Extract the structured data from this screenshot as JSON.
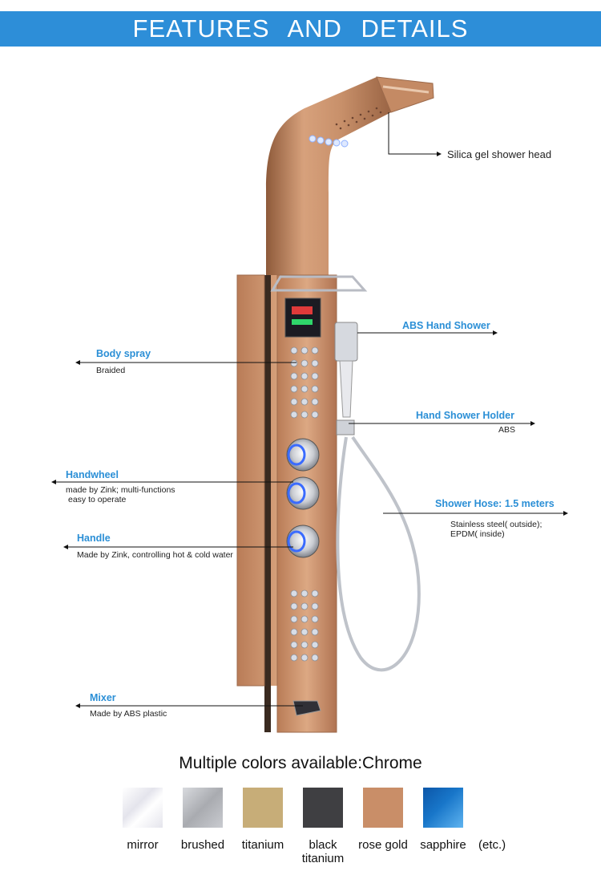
{
  "banner": {
    "title": "FEATURES   AND   DETAILS"
  },
  "labels": {
    "shower_head": "Silica gel shower head",
    "abs_hand_shower": "ABS Hand Shower",
    "body_spray_title": "Body spray",
    "body_spray_sub": "Braided",
    "hand_holder_title": "Hand Shower Holder",
    "hand_holder_sub": "ABS",
    "handwheel_title": "Handwheel",
    "handwheel_sub1": "made by Zink;  multi-functions",
    "handwheel_sub2": "easy to operate",
    "hose_title": "Shower Hose: 1.5 meters",
    "hose_sub1": "Stainless steel( outside);",
    "hose_sub2": "EPDM( inside)",
    "handle_title": "Handle",
    "handle_sub": "Made by Zink, controlling hot & cold water",
    "mixer_title": "Mixer",
    "mixer_sub": "Made by ABS plastic"
  },
  "colors": {
    "title": "Multiple colors available:Chrome",
    "etc": "(etc.)",
    "swatches": [
      {
        "name": "mirror",
        "name2": "",
        "color": "#e4e4ec"
      },
      {
        "name": "brushed",
        "name2": "",
        "color": "#a9abb0"
      },
      {
        "name": "titanium",
        "name2": "",
        "color": "#c7ad78"
      },
      {
        "name": "black",
        "name2": "titanium",
        "color": "#3f3f42"
      },
      {
        "name": "rose gold",
        "name2": "",
        "color": "#c98e68"
      },
      {
        "name": "sapphire",
        "name2": "",
        "color": "#1876c9"
      }
    ]
  }
}
